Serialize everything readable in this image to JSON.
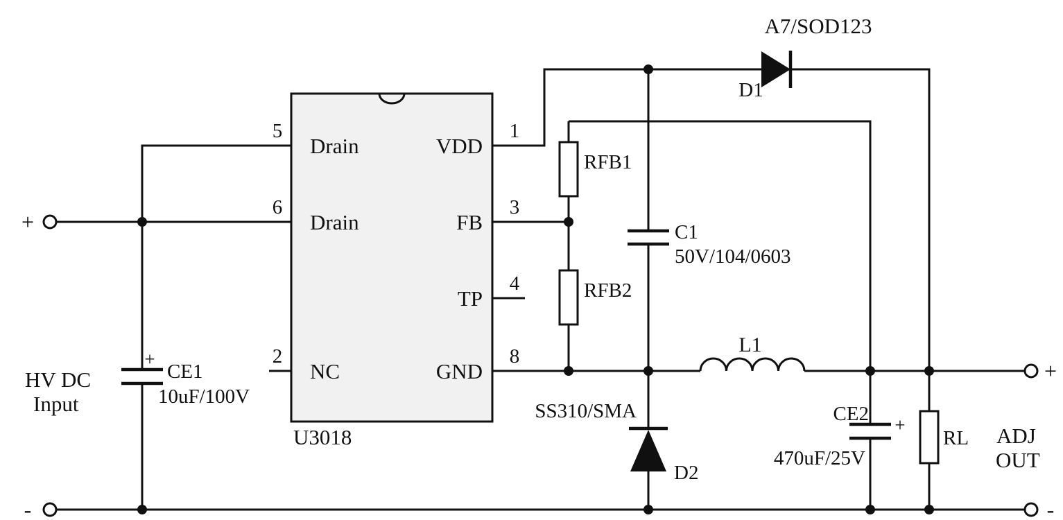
{
  "schematic": {
    "ic": {
      "name": "U3018",
      "pins": {
        "p5": {
          "num": "5",
          "label": "Drain"
        },
        "p6": {
          "num": "6",
          "label": "Drain"
        },
        "p2": {
          "num": "2",
          "label": "NC"
        },
        "p1": {
          "num": "1",
          "label": "VDD"
        },
        "p3": {
          "num": "3",
          "label": "FB"
        },
        "p4": {
          "num": "4",
          "label": "TP"
        },
        "p8": {
          "num": "8",
          "label": "GND"
        }
      }
    },
    "components": {
      "ce1": {
        "ref": "CE1",
        "value": "10uF/100V",
        "polarity": "+"
      },
      "rfb1": {
        "ref": "RFB1"
      },
      "rfb2": {
        "ref": "RFB2"
      },
      "c1": {
        "ref": "C1",
        "value": "50V/104/0603"
      },
      "d1": {
        "ref": "D1",
        "part": "A7/SOD123"
      },
      "d2": {
        "ref": "D2",
        "part": "SS310/SMA"
      },
      "l1": {
        "ref": "L1"
      },
      "ce2": {
        "ref": "CE2",
        "value": "470uF/25V",
        "polarity": "+"
      },
      "rl": {
        "ref": "RL"
      }
    },
    "terminals": {
      "input_plus": "+",
      "input_minus": "-",
      "output_plus": "+",
      "output_minus": "-"
    },
    "labels": {
      "input_name_line1": "HV DC",
      "input_name_line2": "Input",
      "output_name_line1": "ADJ",
      "output_name_line2": "OUT"
    },
    "colors": {
      "wire": "#101010",
      "ic_fill": "#f1f1f1",
      "diode_fill": "#101010"
    }
  }
}
